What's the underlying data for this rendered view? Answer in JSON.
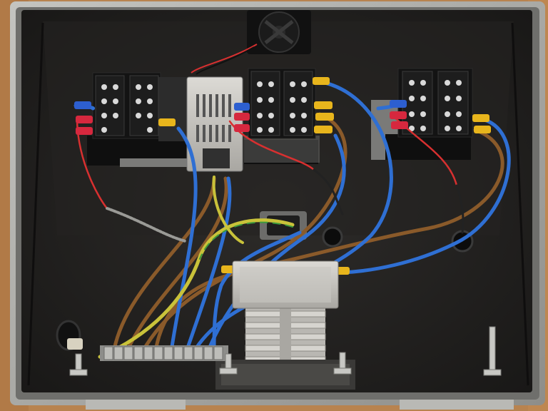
{
  "scene": {
    "subject": "electrical-enclosure-wiring",
    "colors": {
      "table_wood": "#b8834f",
      "case_frame": "#a9a9a6",
      "case_interior": "#1f1d1c",
      "felt_lining": "#2a2827",
      "wire_blue": "#2f6fd3",
      "wire_brown": "#8a5a2a",
      "wire_red": "#d83030",
      "wire_earth_yellow": "#c9c23a",
      "wire_earth_green": "#3c9a3c",
      "ferrule_yellow": "#e8b51c",
      "ferrule_blue": "#2d5fd0",
      "ferrule_red": "#d6283e",
      "aluminium": "#c9c7c2",
      "terminal_black": "#141414",
      "screw_silver": "#d9d9d9"
    },
    "components": [
      "cooling-fan",
      "temperature-controller-left",
      "temperature-controller-center",
      "temperature-controller-right",
      "power-supply-module",
      "solid-state-relay",
      "heatsink",
      "din-terminal-strip",
      "cable-gland-left",
      "cable-gland-right",
      "rocker-switch",
      "mounting-bolts"
    ]
  }
}
